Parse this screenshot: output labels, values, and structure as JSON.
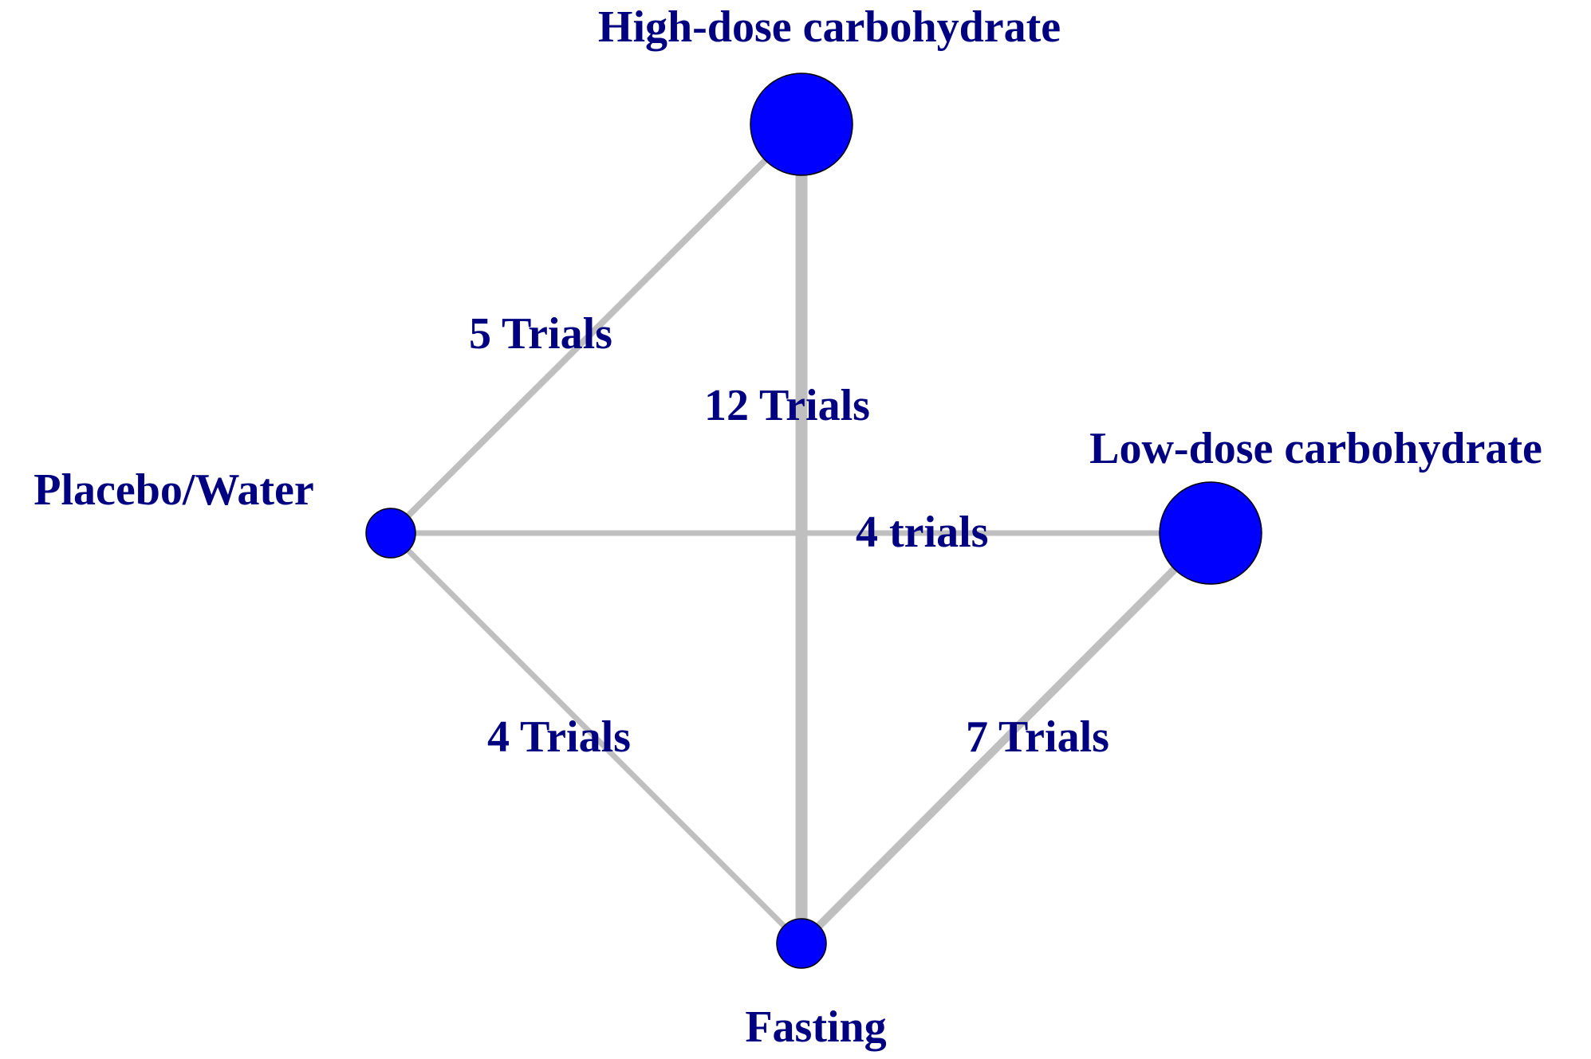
{
  "network": {
    "colors": {
      "node_fill": "#0000ff",
      "node_stroke": "#000000",
      "edge": "#bfbfbf",
      "label": "#000080",
      "background": "#ffffff"
    },
    "nodes": [
      {
        "id": "high",
        "label": "High-dose carbohydrate"
      },
      {
        "id": "low",
        "label": "Low-dose carbohydrate"
      },
      {
        "id": "placebo",
        "label": "Placebo/Water"
      },
      {
        "id": "fasting",
        "label": "Fasting"
      }
    ],
    "edges": [
      {
        "from": "placebo",
        "to": "high",
        "trials": 5,
        "label": "5 Trials"
      },
      {
        "from": "high",
        "to": "fasting",
        "trials": 12,
        "label": "12 Trials"
      },
      {
        "from": "placebo",
        "to": "low",
        "trials": 4,
        "label": "4 trials"
      },
      {
        "from": "placebo",
        "to": "fasting",
        "trials": 4,
        "label": "4 Trials"
      },
      {
        "from": "low",
        "to": "fasting",
        "trials": 7,
        "label": "7 Trials"
      }
    ]
  }
}
